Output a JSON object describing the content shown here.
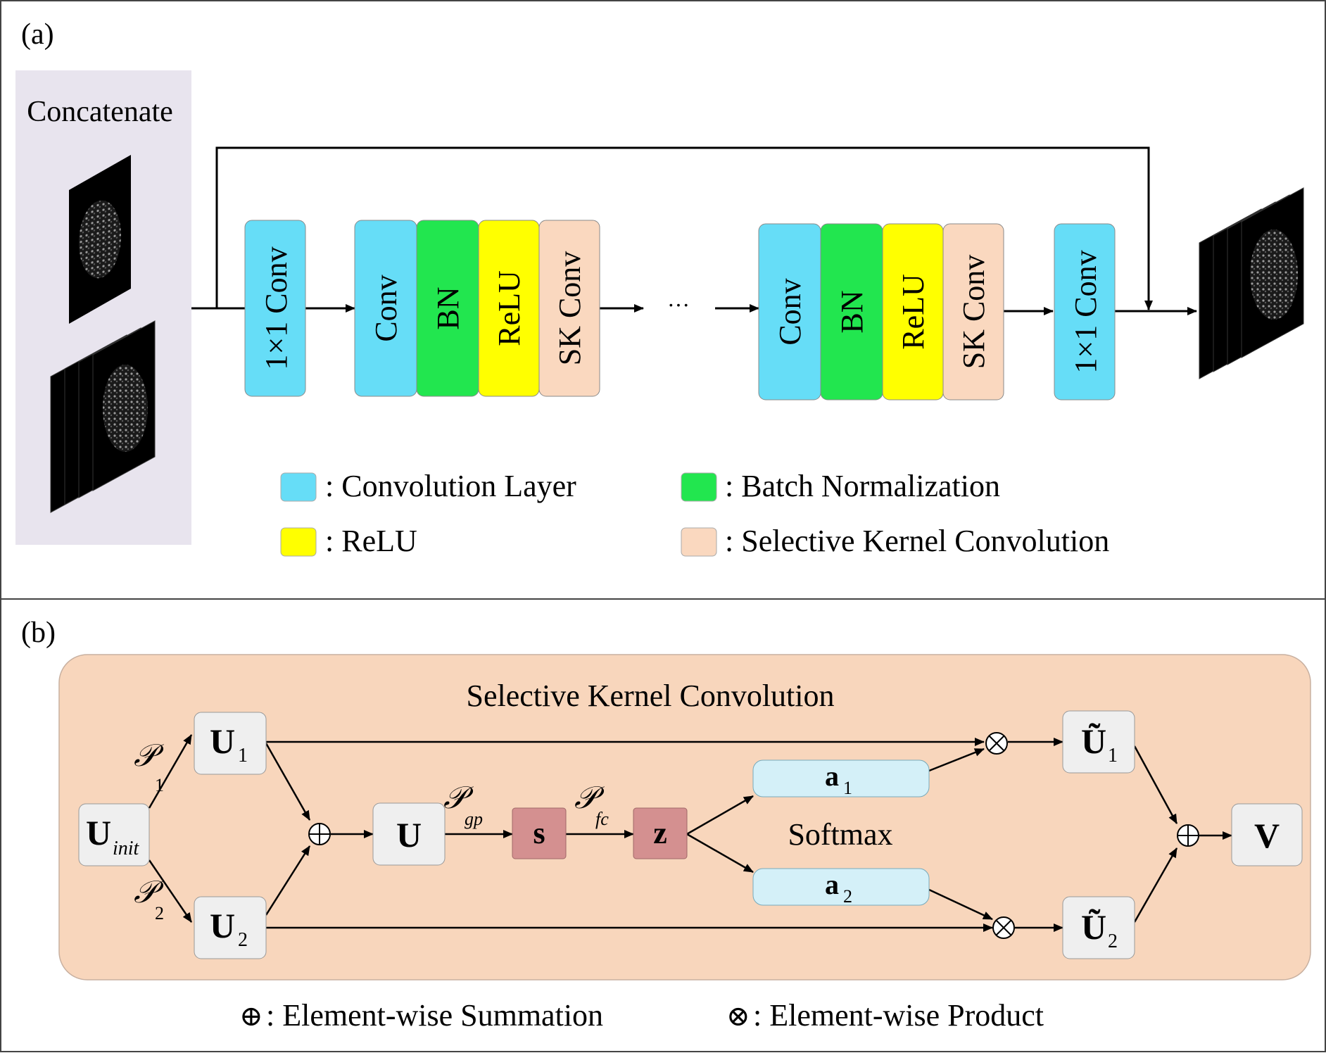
{
  "panel_a": {
    "label": "(a)",
    "input_label": "Concatenate",
    "blocks": {
      "conv1x1_in": "1×1 Conv",
      "conv": "Conv",
      "bn": "BN",
      "relu": "ReLU",
      "sk_conv": "SK Conv",
      "ellipsis": "···",
      "conv1x1_out": "1×1 Conv"
    },
    "legend": [
      {
        "label": ": Convolution Layer",
        "color": "#66DDF7"
      },
      {
        "label": ": Batch Normalization",
        "color": "#22E64F"
      },
      {
        "label": ": ReLU",
        "color": "#FFFF00"
      },
      {
        "label": ": Selective Kernel Convolution",
        "color": "#FAD8BF"
      }
    ]
  },
  "panel_b": {
    "label": "(b)",
    "title": "Selective Kernel Convolution",
    "softmax": "Softmax",
    "nodes": {
      "u_init": "U",
      "u_init_sub": "init",
      "u1": "U",
      "u1_sub": "1",
      "u2": "U",
      "u2_sub": "2",
      "u": "U",
      "s": "s",
      "z": "z",
      "a1": "a",
      "a1_sub": "1",
      "a2": "a",
      "a2_sub": "2",
      "ut1": "Ũ",
      "ut1_sub": "1",
      "ut2": "Ũ",
      "ut2_sub": "2",
      "v": "V"
    },
    "edge_labels": {
      "p1": "𝒫",
      "p1_sub": "1",
      "p2": "𝒫",
      "p2_sub": "2",
      "pgp": "𝒫",
      "pgp_sub": "gp",
      "pfc": "𝒫",
      "pfc_sub": "fc"
    },
    "legend": [
      {
        "symbol": "⊕",
        "label": ": Element-wise Summation"
      },
      {
        "symbol": "⊗",
        "label": ": Element-wise Product"
      }
    ]
  },
  "colors": {
    "conv": "#66DDF7",
    "bn": "#22E64F",
    "relu": "#FFFF00",
    "sk": "#FAD8BF",
    "sk_panel": "#F8D6BC",
    "node": "#EFEFEF",
    "red_node": "#D49090",
    "a_node": "#D4F0F8",
    "concat_bg": "#E8E4EE"
  }
}
